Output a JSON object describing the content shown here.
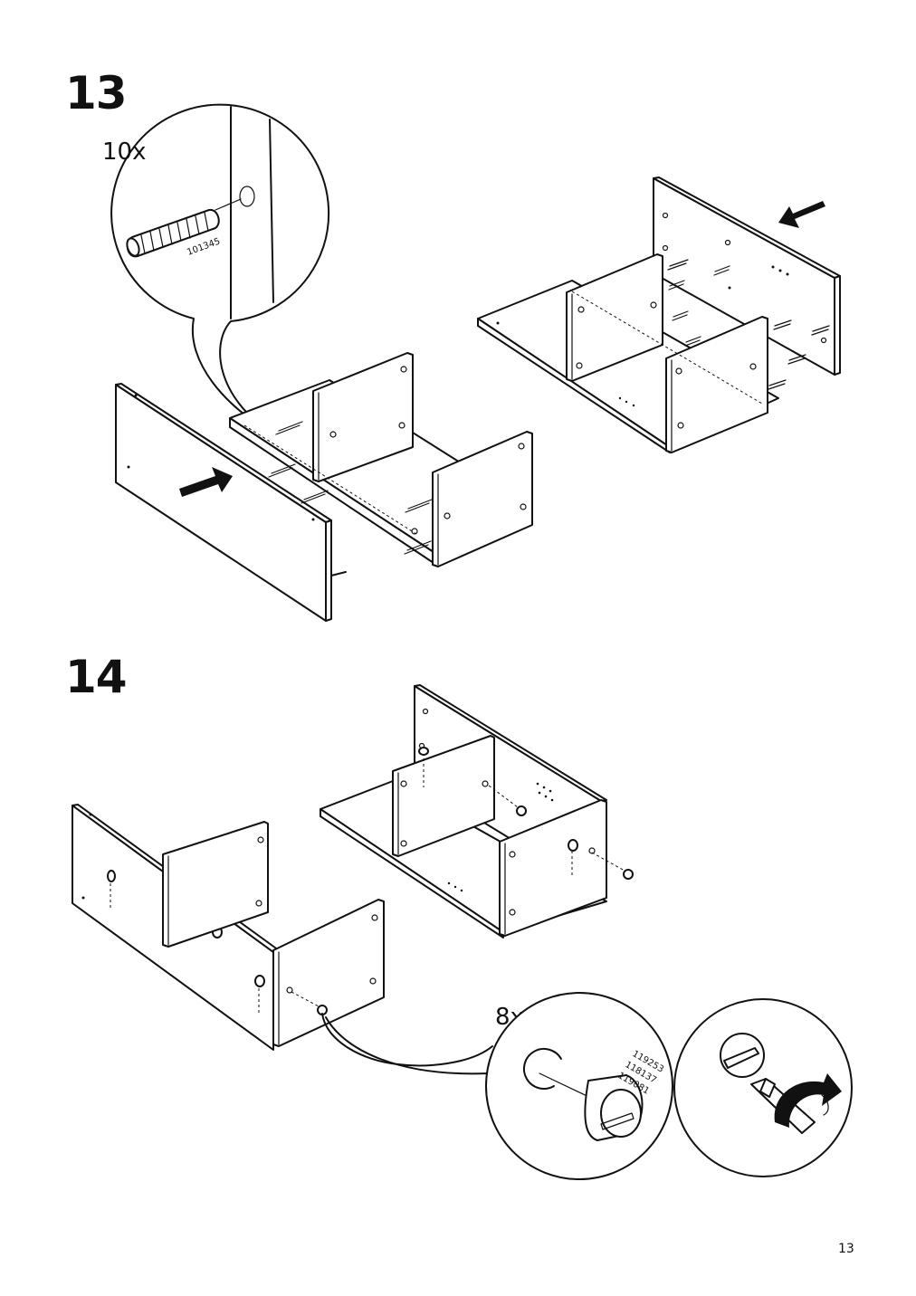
{
  "steps": [
    {
      "number": "13",
      "callout": {
        "quantity": "10x",
        "part_number": "101345"
      }
    },
    {
      "number": "14",
      "callout": {
        "quantity": "8x",
        "part_numbers": [
          "119253",
          "118137",
          "119081"
        ]
      }
    }
  ],
  "page_number": "13"
}
